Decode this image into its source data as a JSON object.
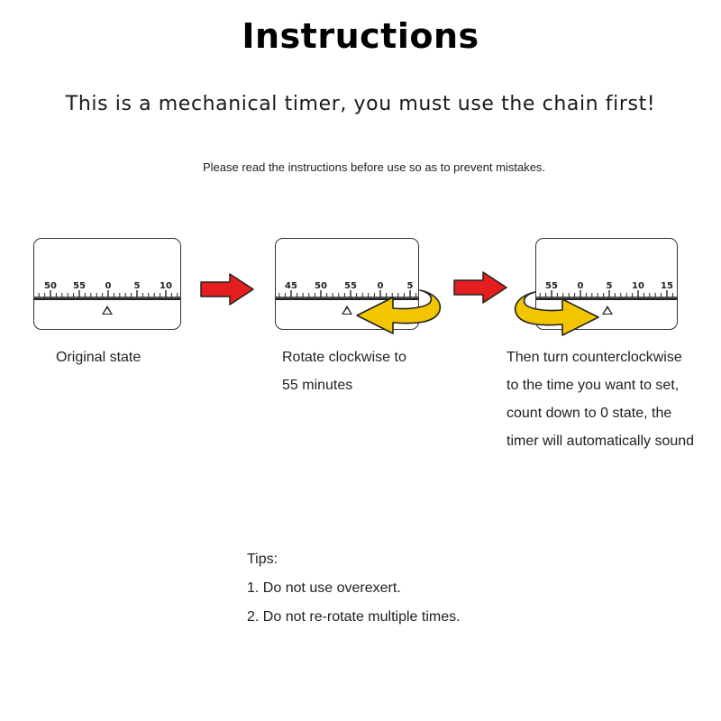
{
  "header": {
    "title": "Instructions",
    "subtitle": "This is a mechanical timer, you must use the chain first!",
    "note": "Please read the instructions before use so as to prevent mistakes."
  },
  "steps": [
    {
      "caption": [
        "Original state"
      ],
      "scale_labels": [
        "50",
        "55",
        "0",
        "5",
        "10"
      ]
    },
    {
      "caption": [
        "Rotate clockwise to",
        "55 minutes"
      ],
      "scale_labels": [
        "45",
        "50",
        "55",
        "0",
        "5"
      ]
    },
    {
      "caption": [
        "Then turn counterclockwise",
        "to the time you want to set,",
        "count down to 0 state, the",
        "timer will automatically sound"
      ],
      "scale_labels": [
        "55",
        "0",
        "5",
        "10",
        "15"
      ]
    }
  ],
  "tips": {
    "heading": "Tips:",
    "items": [
      "1. Do not use overexert.",
      "2. Do not re-rotate multiple times."
    ]
  },
  "colors": {
    "next_arrow": "#e41e1e",
    "rotate_arrow": "#f2c500",
    "outline": "#222222"
  },
  "icons": {
    "next_arrow": "red-right-arrow-icon",
    "rotate_arrow": "yellow-curved-arrow-icon",
    "pointer": "triangle-pointer-icon"
  }
}
